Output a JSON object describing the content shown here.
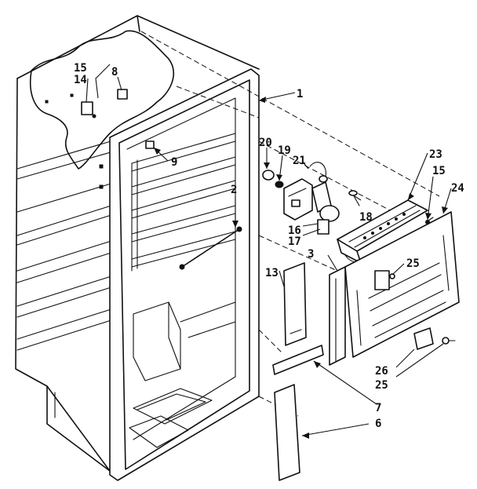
{
  "callouts": [
    {
      "id": "c1",
      "text": "1"
    },
    {
      "id": "c2",
      "text": "2"
    },
    {
      "id": "c3",
      "text": "3"
    },
    {
      "id": "c6",
      "text": "6"
    },
    {
      "id": "c7",
      "text": "7"
    },
    {
      "id": "c8",
      "text": "8"
    },
    {
      "id": "c9",
      "text": "9"
    },
    {
      "id": "c13",
      "text": "13"
    },
    {
      "id": "c14",
      "text": "14"
    },
    {
      "id": "c15a",
      "text": "15"
    },
    {
      "id": "c15b",
      "text": "15"
    },
    {
      "id": "c16",
      "text": "16"
    },
    {
      "id": "c17",
      "text": "17"
    },
    {
      "id": "c18",
      "text": "18"
    },
    {
      "id": "c19",
      "text": "19"
    },
    {
      "id": "c20",
      "text": "20"
    },
    {
      "id": "c21",
      "text": "21"
    },
    {
      "id": "c23",
      "text": "23"
    },
    {
      "id": "c24",
      "text": "24"
    },
    {
      "id": "c25a",
      "text": "25"
    },
    {
      "id": "c25b",
      "text": "25"
    },
    {
      "id": "c26",
      "text": "26"
    }
  ]
}
